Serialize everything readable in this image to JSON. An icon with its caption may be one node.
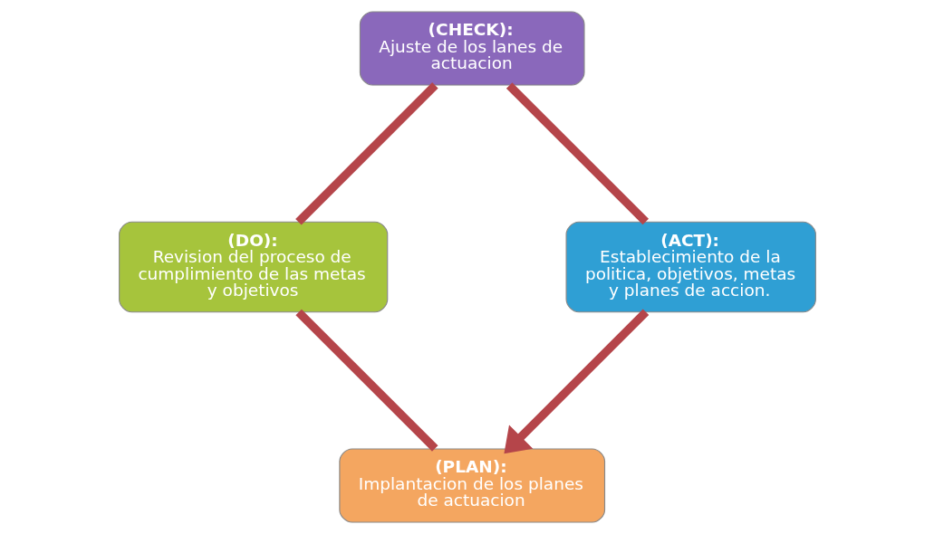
{
  "diagram": {
    "nodes": [
      {
        "text": [
          "(PLAN):",
          "Implantacion de los planes de actuacion"
        ]
      },
      {
        "text": [
          "(DO):",
          "Revision del proceso de cumplimiento de las metas y objetivos"
        ]
      },
      {
        "text": [
          "(CHECK):",
          "Ajuste de los lanes de actuacion"
        ]
      },
      {
        "text": [
          "(ACT):",
          "Establecimiento de la politica, objetivos, metas y planes de accion."
        ]
      }
    ],
    "edges": [
      {
        "from": 0,
        "to": 1,
        "arrow": "none"
      },
      {
        "from": 1,
        "to": 2,
        "arrow": "none"
      },
      {
        "from": 2,
        "to": 3,
        "arrow": "none"
      },
      {
        "from": 3,
        "to": 0,
        "arrow": "to"
      }
    ]
  }
}
